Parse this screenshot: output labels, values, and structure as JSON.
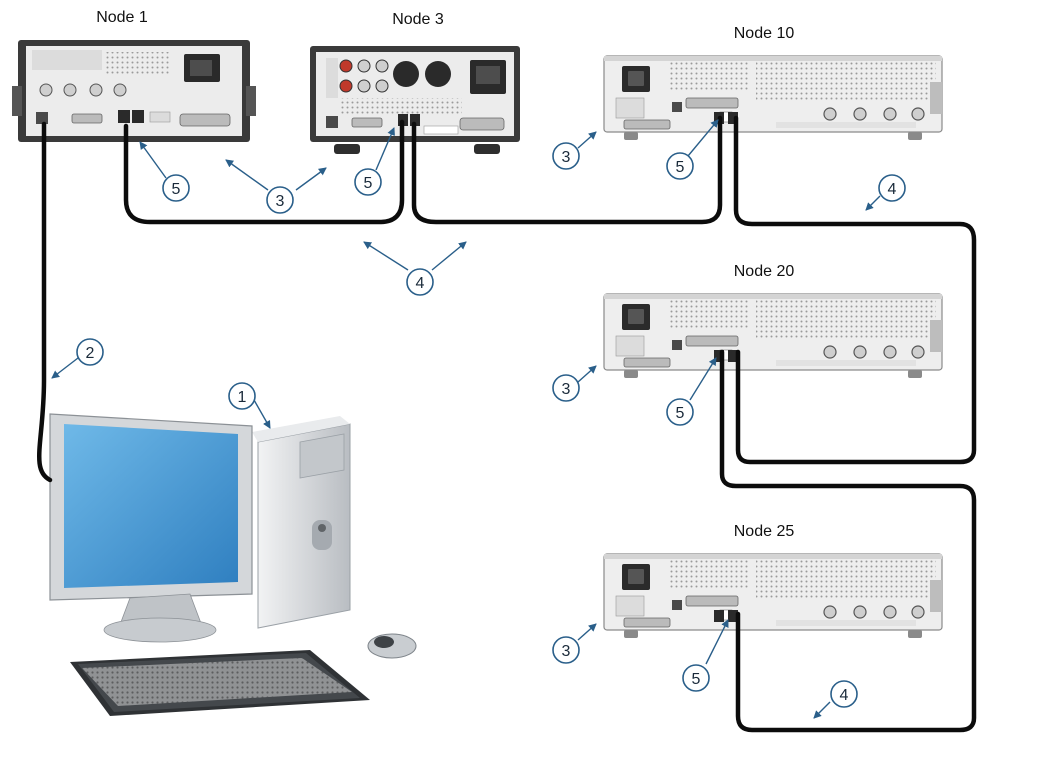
{
  "colors": {
    "cable": "#0c0c0c",
    "callout_stroke": "#2a5f8a",
    "instrument_panel": "#eeeeee",
    "bench_panel": "#3a3a3a",
    "monitor_screen": "#4a9fd8",
    "tower": "#d9dcdf"
  },
  "nodes": [
    {
      "id": "node1",
      "label": "Node 1"
    },
    {
      "id": "node3",
      "label": "Node 3"
    },
    {
      "id": "node10",
      "label": "Node 10"
    },
    {
      "id": "node20",
      "label": "Node 20"
    },
    {
      "id": "node25",
      "label": "Node 25"
    }
  ],
  "callouts": [
    {
      "id": "c1",
      "number": "1"
    },
    {
      "id": "c2",
      "number": "2"
    },
    {
      "id": "c3a",
      "number": "3"
    },
    {
      "id": "c3b",
      "number": "3"
    },
    {
      "id": "c3c",
      "number": "3"
    },
    {
      "id": "c3d",
      "number": "3"
    },
    {
      "id": "c4a",
      "number": "4"
    },
    {
      "id": "c4b",
      "number": "4"
    },
    {
      "id": "c4c",
      "number": "4"
    },
    {
      "id": "c5a",
      "number": "5"
    },
    {
      "id": "c5b",
      "number": "5"
    },
    {
      "id": "c5c",
      "number": "5"
    },
    {
      "id": "c5d",
      "number": "5"
    },
    {
      "id": "c5e",
      "number": "5"
    }
  ],
  "icons": {
    "computer": "desktop-computer-icon",
    "bench_instrument": "bench-instrument-icon",
    "source_unit": "source-unit-icon"
  }
}
